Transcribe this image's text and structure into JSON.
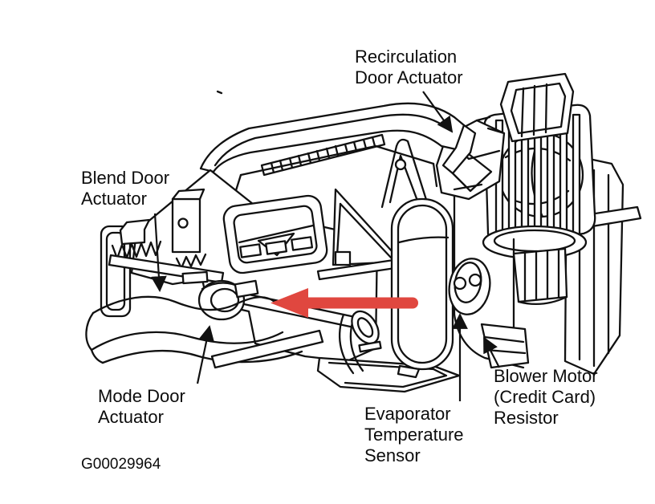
{
  "diagram": {
    "title_context": "HVAC housing assembly component location diagram",
    "figure_code": "G00029964",
    "labels": {
      "recirculation_door_actuator": {
        "line1": "Recirculation",
        "line2": "Door Actuator"
      },
      "blend_door_actuator": {
        "line1": "Blend Door",
        "line2": "Actuator"
      },
      "mode_door_actuator": {
        "line1": "Mode Door",
        "line2": "Actuator"
      },
      "evaporator_temperature_sensor": {
        "line1": "Evaporator",
        "line2": "Temperature",
        "line3": "Sensor"
      },
      "blower_motor_resistor": {
        "line1": "Blower Motor",
        "line2": "(Credit Card)",
        "line3": "Resistor"
      }
    },
    "highlight_arrow": {
      "description": "thick red arrow pointing left toward the mode door actuator",
      "color": "#e0473f"
    },
    "colors": {
      "line": "#111111",
      "background": "#ffffff",
      "text": "#0c0c0c"
    }
  }
}
